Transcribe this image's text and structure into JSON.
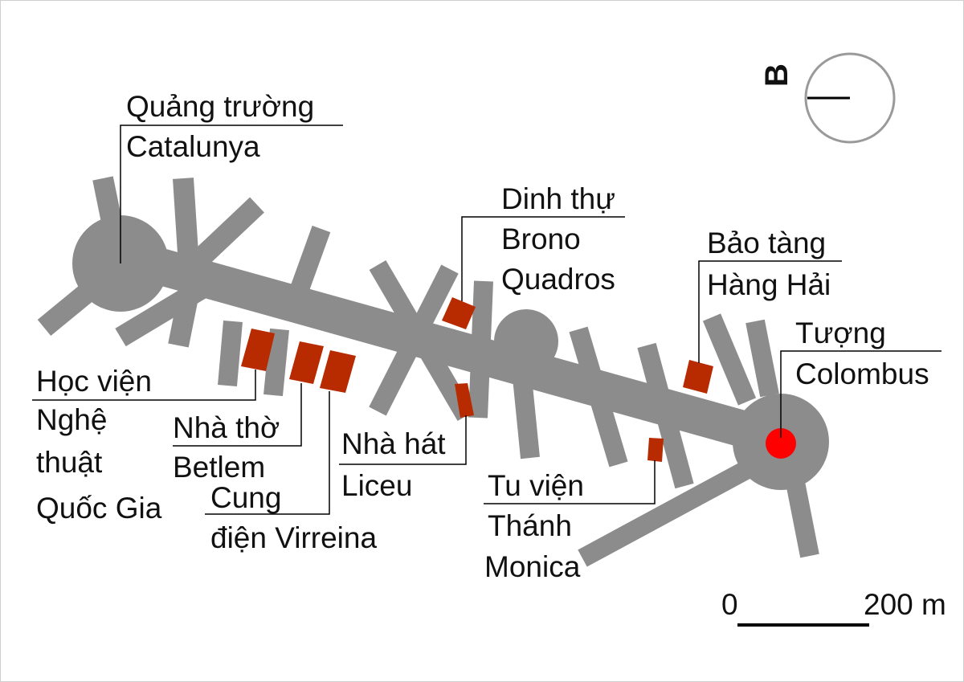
{
  "colors": {
    "street": "#8c8c8c",
    "building": "#b82a00",
    "statue": "#ff0000",
    "leader": "#000000",
    "text": "#111111",
    "compass_ring": "#9a9a9a"
  },
  "map": {
    "north_label": "B",
    "scale": {
      "start_label": "0",
      "end_label": "200 m"
    },
    "labels": {
      "catalunya": [
        "Quảng trường",
        "Catalunya"
      ],
      "bruno": [
        "Dinh thự",
        "Brono",
        "Quadros"
      ],
      "baotang": [
        "Bảo tàng",
        "Hàng Hải"
      ],
      "colombus": [
        "Tượng",
        "Colombus"
      ],
      "hocvien": [
        "Học viện",
        "Nghệ",
        "thuật",
        "Quốc Gia"
      ],
      "nhatho": [
        "Nhà thờ",
        "Betlem"
      ],
      "cung": [
        "Cung",
        "điện Virreina"
      ],
      "nhahat": [
        "Nhà hát",
        "Liceu"
      ],
      "tuvien": [
        "Tu viện",
        "Thánh",
        "Monica"
      ]
    }
  }
}
